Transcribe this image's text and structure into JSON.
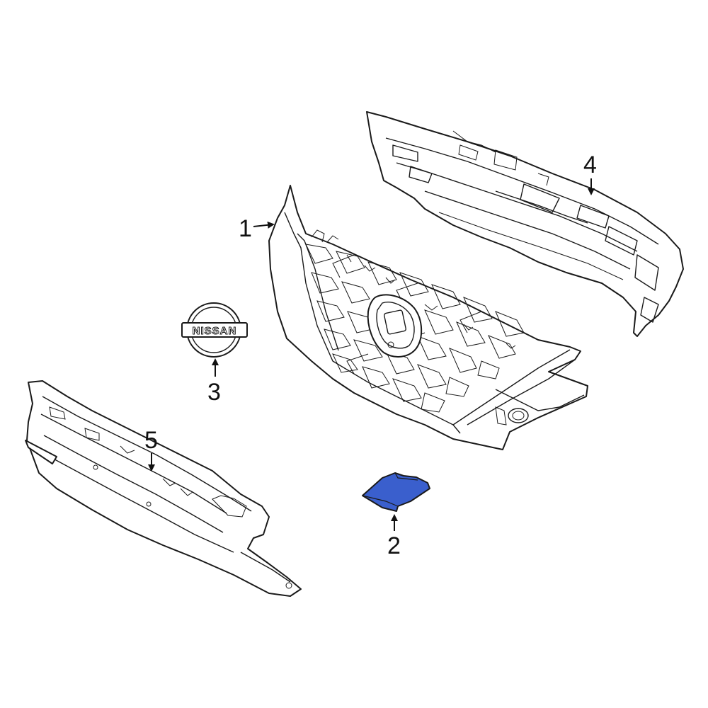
{
  "diagram": {
    "highlight_color": "#3A5FCD",
    "line_color": "#1a1a1a",
    "callouts": [
      {
        "id": "1",
        "label": "1"
      },
      {
        "id": "2",
        "label": "2"
      },
      {
        "id": "3",
        "label": "3"
      },
      {
        "id": "4",
        "label": "4"
      },
      {
        "id": "5",
        "label": "5"
      }
    ],
    "emblem": {
      "text": "NISSAN"
    }
  }
}
